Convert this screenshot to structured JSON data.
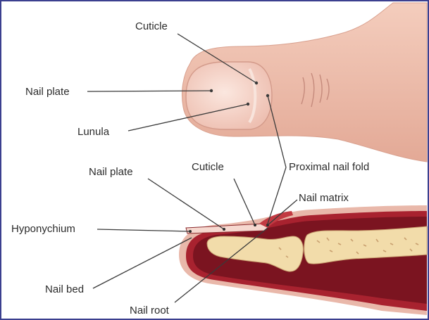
{
  "labels": {
    "cuticle_top": "Cuticle",
    "nail_plate_top": "Nail plate",
    "lunula": "Lunula",
    "nail_plate_bottom": "Nail plate",
    "cuticle_bottom": "Cuticle",
    "proximal_nail_fold": "Proximal nail fold",
    "nail_matrix": "Nail matrix",
    "hyponychium": "Hyponychium",
    "nail_bed": "Nail bed",
    "nail_root": "Nail root"
  },
  "colors": {
    "skin": "#efbfae",
    "skin_shadow": "#d99c8a",
    "nail": "#f6d8cf",
    "tissue_dark": "#7b1420",
    "tissue_mid": "#a8222f",
    "tissue_outer": "#e9b8aa",
    "bone": "#f2dcaa",
    "bone_marrow": "#c9a070",
    "frame": "#3b3f8f"
  }
}
